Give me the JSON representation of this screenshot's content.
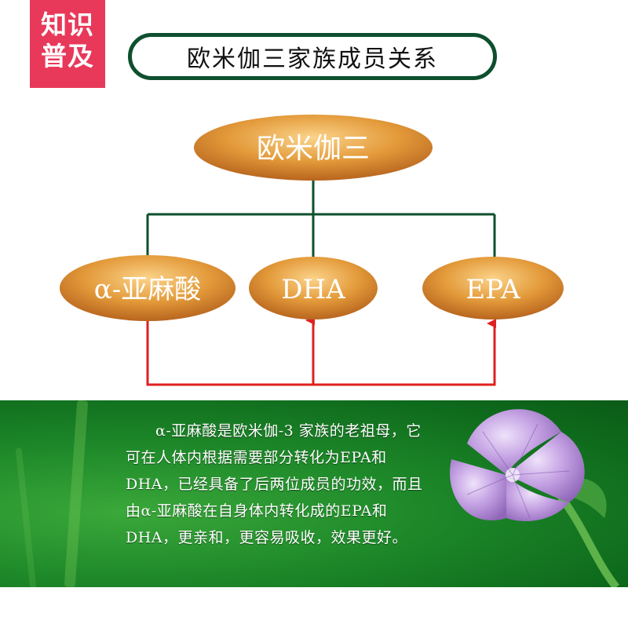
{
  "badge": {
    "line1": "知识",
    "line2": "普及"
  },
  "title": "欧米伽三家族成员关系",
  "diagram": {
    "root": "欧米伽三",
    "children": [
      "α-亚麻酸",
      "DHA",
      "EPA"
    ],
    "colors": {
      "tree_line": "#0e4f2e",
      "arrow": "#e02020",
      "node_fill": "#e6a040"
    }
  },
  "description": "α-亚麻酸是欧米伽-3 家族的老祖母，它可在人体内根据需要部分转化为EPA和DHA，已经具备了后两位成员的功效，而且由α-亚麻酸在自身体内转化成的EPA和DHA，更亲和，更容易吸收，效果更好。",
  "colors": {
    "badge": "#e8395a",
    "panel": "#1f8a2a",
    "flower": "#b58fd6"
  }
}
